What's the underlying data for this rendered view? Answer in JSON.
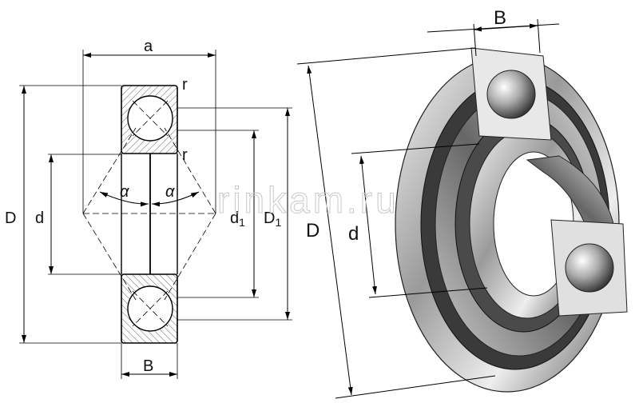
{
  "drawing": {
    "section_view": {
      "labels": {
        "a": "a",
        "r_top": "r",
        "r_inner": "r",
        "alpha_left": "α",
        "alpha_right": "α",
        "D": "D",
        "d": "d",
        "d1": "d",
        "d1_sub": "1",
        "D1": "D",
        "D1_sub": "1",
        "B": "B"
      }
    },
    "perspective_view": {
      "labels": {
        "B": "B",
        "D": "D",
        "d": "d"
      }
    },
    "watermark": "rinkam.ru"
  }
}
